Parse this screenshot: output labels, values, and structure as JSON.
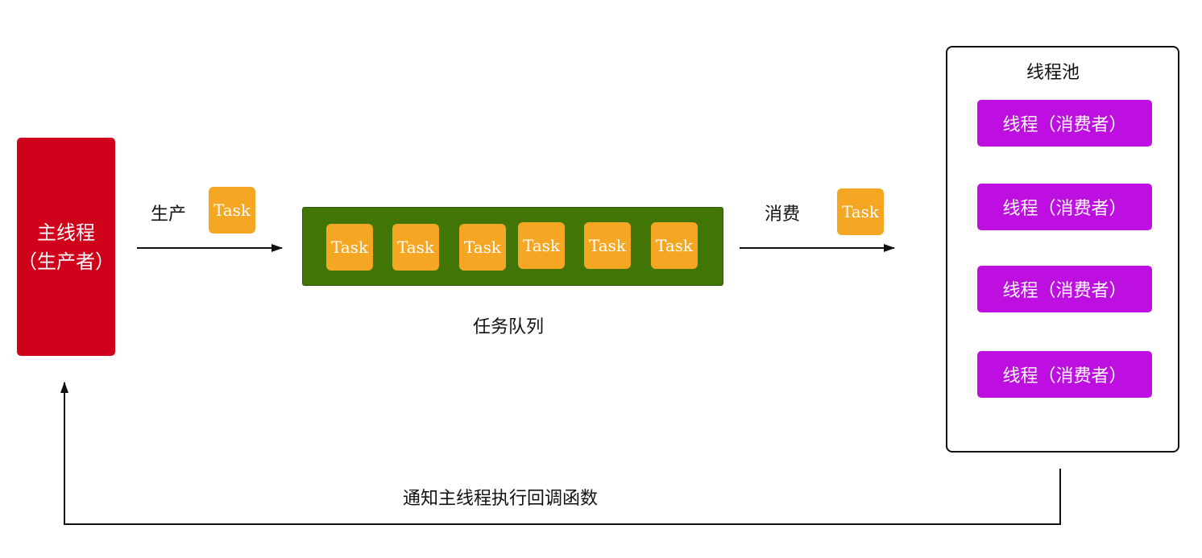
{
  "producer": {
    "line1": "主线程",
    "line2": "（生产者）"
  },
  "produce_label": "生产",
  "consume_label": "消费",
  "task_label": "Task",
  "queue_label": "任务队列",
  "pool": {
    "title": "线程池",
    "workers": [
      "线程（消费者）",
      "线程（消费者）",
      "线程（消费者）",
      "线程（消费者）"
    ]
  },
  "callback_label": "通知主线程执行回调函数",
  "colors": {
    "producer": "#d0021b",
    "task": "#f5a623",
    "queue": "#417505",
    "worker": "#bd10e0"
  }
}
